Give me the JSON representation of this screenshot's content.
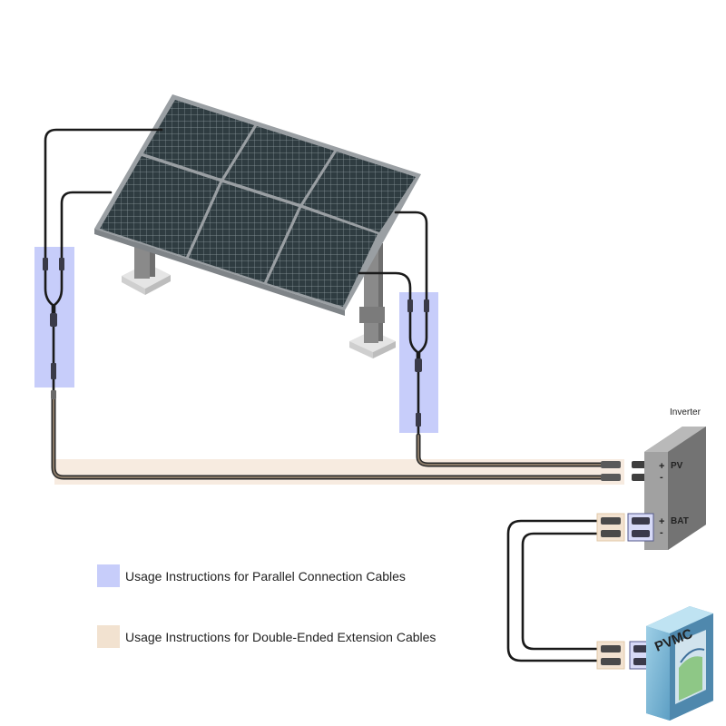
{
  "inverter": {
    "title": "Inverter",
    "pv_label": "PV",
    "bat_label": "BAT",
    "plus": "+",
    "minus": "-"
  },
  "battery": {
    "brand": "PVMC"
  },
  "legend": {
    "items": [
      {
        "label": "Usage Instructions for Parallel Connection Cables",
        "color": "#c7cdfa"
      },
      {
        "label": "Usage Instructions for Double-Ended Extension Cables",
        "color": "#f2e2d0"
      }
    ]
  },
  "colors": {
    "parallel_highlight": "#c7cdfa",
    "extension_highlight": "#f7ebe0",
    "cable": "#1a1a1a",
    "panel_cell": "#2d3a3f",
    "panel_frame": "#9a9fa3"
  }
}
